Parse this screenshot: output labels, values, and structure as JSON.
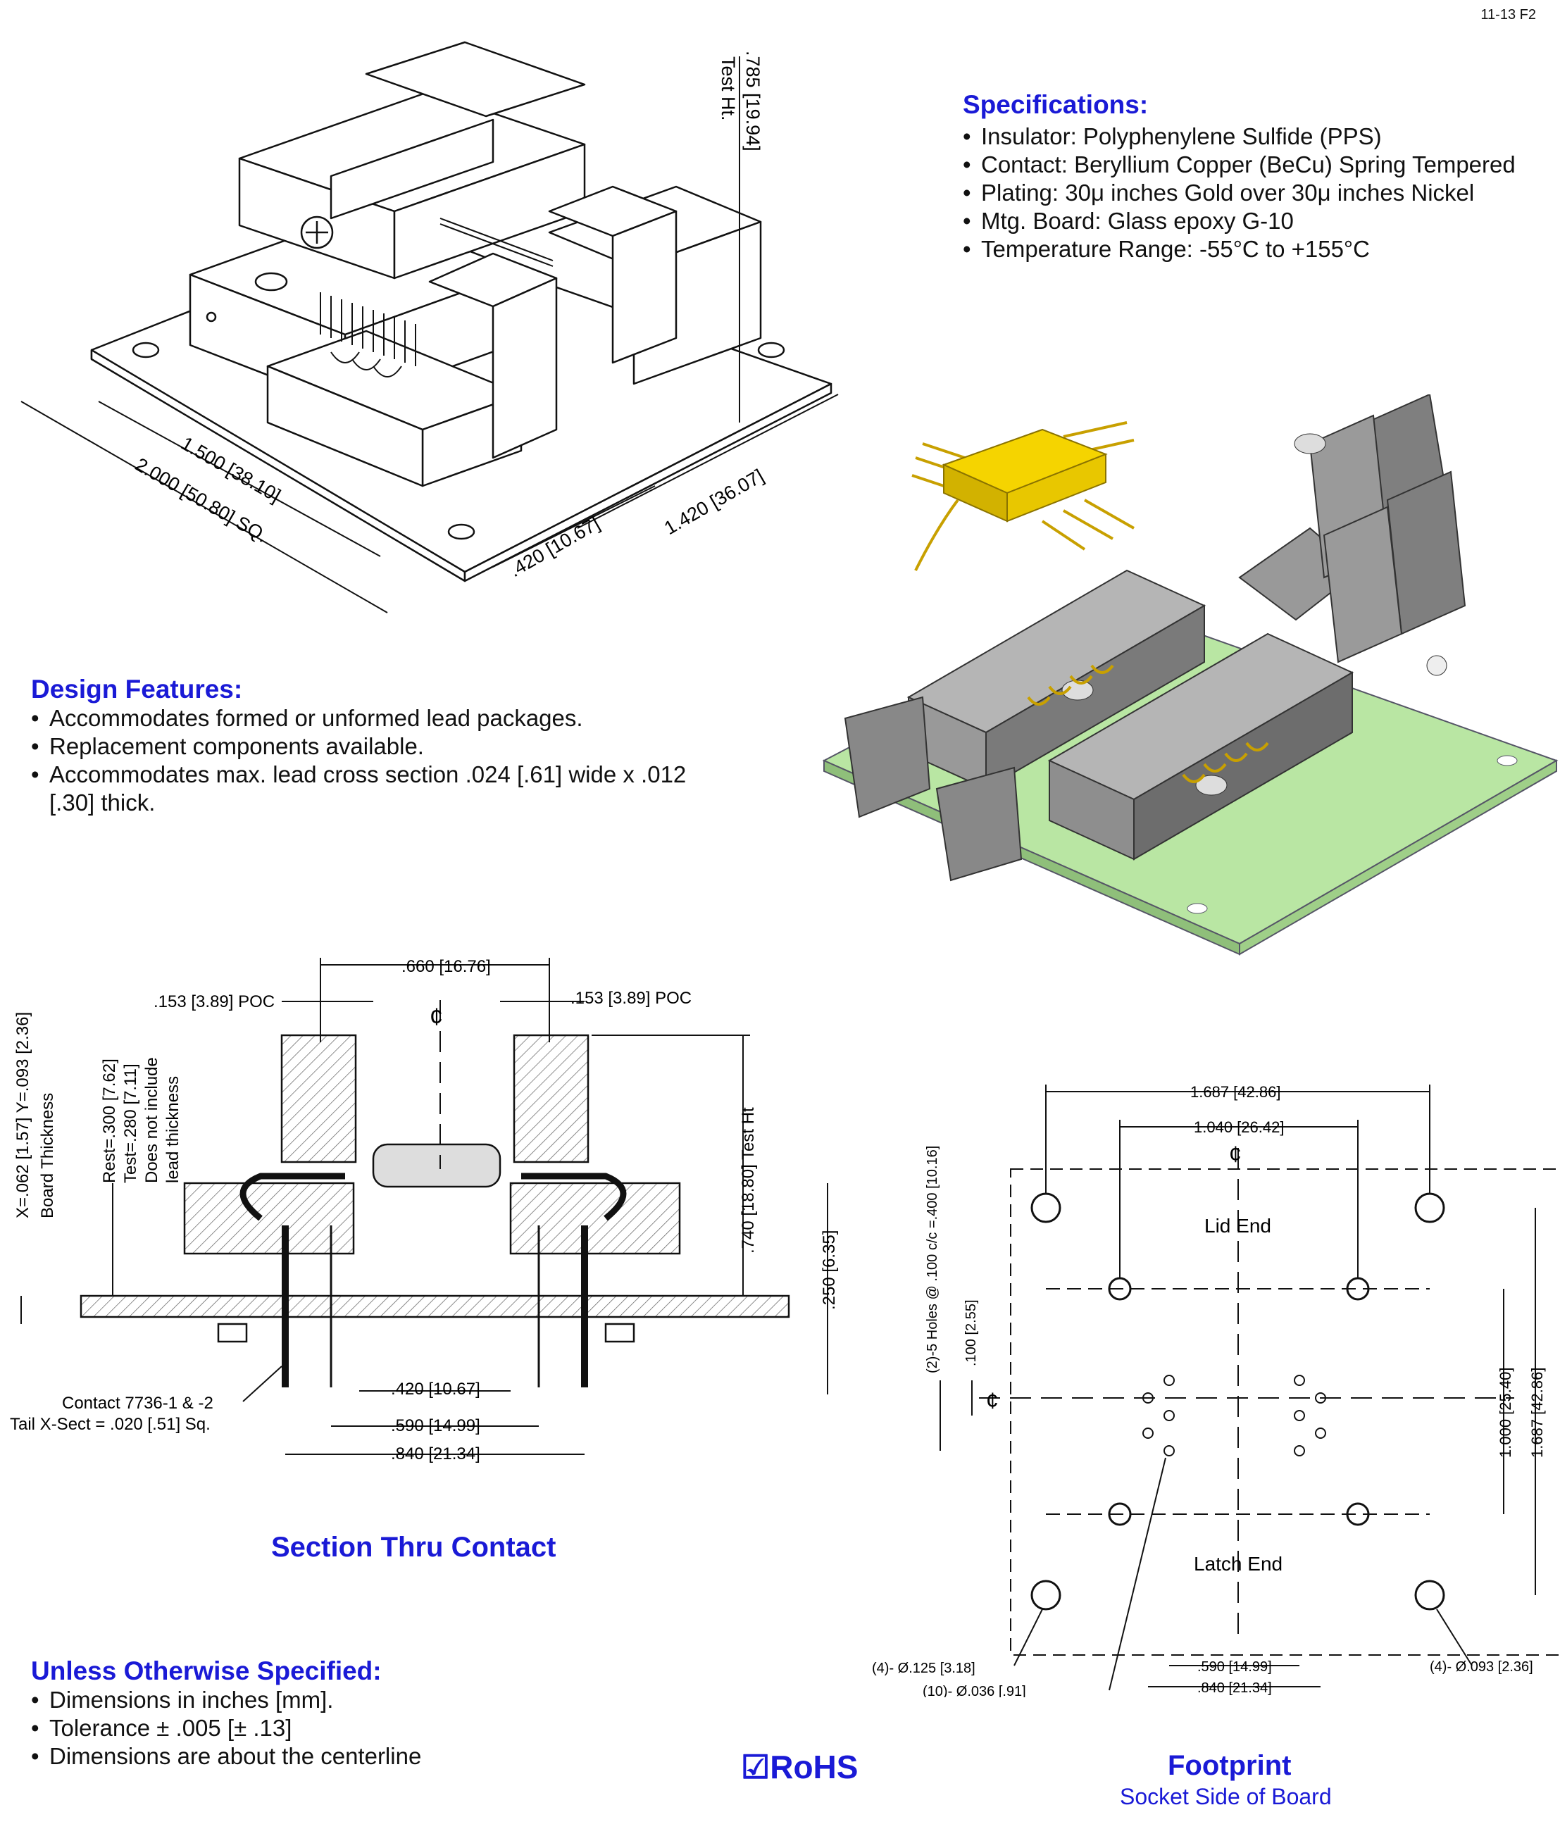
{
  "doc_code": "11-13 F2",
  "specifications": {
    "title": "Specifications:",
    "items": [
      "Insulator: Polyphenylene Sulfide (PPS)",
      "Contact: Beryllium Copper (BeCu) Spring Tempered",
      "Plating: 30μ inches Gold over 30μ inches Nickel",
      "Mtg. Board: Glass epoxy G-10",
      "Temperature Range: -55°C to +155°C"
    ]
  },
  "design_features": {
    "title": "Design Features:",
    "items": [
      "Accommodates formed or unformed lead packages.",
      "Replacement components available.",
      "Accommodates max. lead cross section .024 [.61] wide x .012 [.30] thick."
    ]
  },
  "unless_specified": {
    "title": "Unless Otherwise Specified:",
    "items": [
      "Dimensions in inches [mm].",
      "Tolerance ± .005 [± .13]",
      "Dimensions are about the centerline"
    ]
  },
  "isometric_dims": {
    "test_ht": ".785 [19.94]",
    "test_ht_label": "Test Ht.",
    "width_1": "1.500 [38.10]",
    "width_2": "2.000 [50.80] SQ.",
    "depth_1": ".420 [10.67]",
    "depth_2": "1.420 [36.07]"
  },
  "section": {
    "title": "Section Thru Contact",
    "dim_660": ".660 [16.76]",
    "dim_poc_left": ".153 [3.89] POC",
    "dim_poc_right": ".153 [3.89] POC",
    "centerline": "¢",
    "board_thickness": "X=.062 [1.57]  Y=.093 [2.36]",
    "board_thickness_label": "Board Thickness",
    "rest_test_1": "Rest=.300 [7.62]",
    "rest_test_2": "Test=.280 [7.11]",
    "rest_test_3": "Does not include",
    "rest_test_4": "lead thickness",
    "test_ht": ".740 [18.80] Test Ht",
    "dim_250": ".250 [6.35]",
    "contact_1": "Contact 7736-1 & -2",
    "contact_2": "Tail X-Sect = .020 [.51] Sq.",
    "dim_420": ".420 [10.67]",
    "dim_590": ".590 [14.99]",
    "dim_840": ".840 [21.34]"
  },
  "footprint": {
    "title": "Footprint",
    "subtitle": "Socket Side of Board",
    "dim_1687_top": "1.687 [42.86]",
    "dim_1040": "1.040 [26.42]",
    "centerline_top": "¢",
    "centerline_left": "¢",
    "holes_label": "(2)-5 Holes @ .100 c/c =.400 [10.16]",
    "dim_100": ".100 [2.55]",
    "lid_end": "Lid End",
    "latch_end": "Latch   End",
    "dim_1000": "1.000 [25.40]",
    "dim_1687_right": "1.687 [42.86]",
    "hole_125": "(4)- Ø.125 [3.18]",
    "hole_036": "(10)- Ø.036 [.91]",
    "hole_093": "(4)- Ø.093 [2.36]",
    "dim_590": ".590 [14.99]",
    "dim_840": ".840 [21.34]"
  },
  "rohs": "☑RoHS"
}
